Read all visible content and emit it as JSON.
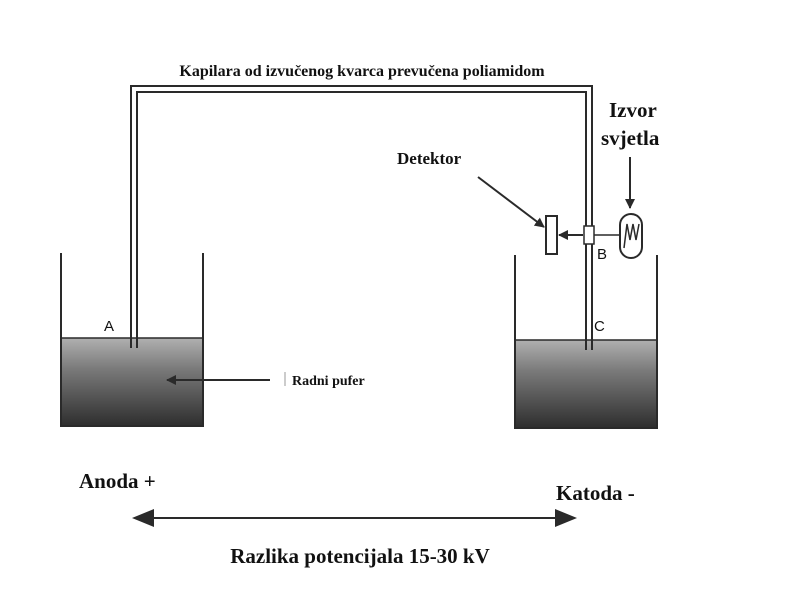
{
  "labels": {
    "capillary": "Kapilara od izvučenog kvarca prevučena poliamidom",
    "light_source_line1": "Izvor",
    "light_source_line2": "svjetla",
    "detector": "Detektor",
    "point_a": "A",
    "point_b": "B",
    "point_c": "C",
    "buffer": "Radni pufer",
    "anode": "Anoda +",
    "cathode": "Katoda -",
    "voltage": "Razlika potencijala 15-30 kV"
  },
  "colors": {
    "line": "#2a2a2a",
    "text": "#111111",
    "buffer_top": "#9a9a9a",
    "buffer_bottom": "#3a3a3a"
  },
  "icons": {
    "light_source": "lamp-icon",
    "detector": "detector-icon"
  }
}
